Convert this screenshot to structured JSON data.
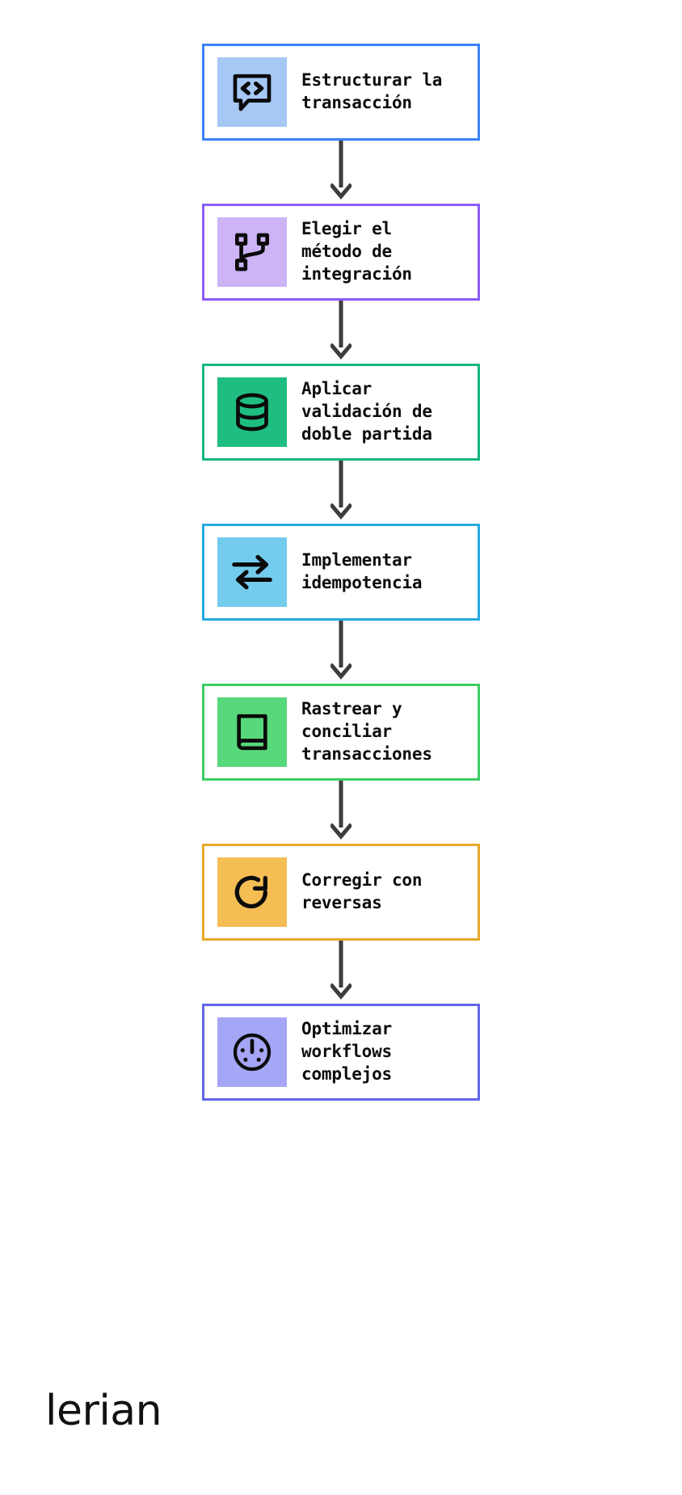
{
  "diagram": {
    "type": "vertical-flowchart",
    "orientation": "top-to-bottom",
    "background_color": "#ffffff",
    "connector_color": "#3d3d3d",
    "steps": [
      {
        "index": 1,
        "label": "Estructurar la\ntransacción",
        "icon": "code-chat-bubble-icon",
        "border_color": "#3B82F6",
        "tile_color": "#A6C8F5"
      },
      {
        "index": 2,
        "label": "Elegir el\nmétodo de\nintegración",
        "icon": "git-branch-icon",
        "border_color": "#8B5CF6",
        "tile_color": "#CDB4F7"
      },
      {
        "index": 3,
        "label": "Aplicar\nvalidación de\ndoble partida",
        "icon": "database-icon",
        "border_color": "#14B87C",
        "tile_color": "#1FBE80"
      },
      {
        "index": 4,
        "label": "Implementar\nidempotencia",
        "icon": "bidirectional-arrows-icon",
        "border_color": "#27A9E1",
        "tile_color": "#74CCEC"
      },
      {
        "index": 5,
        "label": "Rastrear y\nconciliar\ntransacciones",
        "icon": "book-ledger-icon",
        "border_color": "#3DCC63",
        "tile_color": "#57D87B"
      },
      {
        "index": 6,
        "label": "Corregir con\nreversas",
        "icon": "rotate-undo-icon",
        "border_color": "#E8A92A",
        "tile_color": "#F4BE55"
      },
      {
        "index": 7,
        "label": "Optimizar\nworkflows\ncomplejos",
        "icon": "gauge-speedometer-icon",
        "border_color": "#6366E8",
        "tile_color": "#A5A6F5"
      }
    ]
  },
  "footer": {
    "logo_text": "lerian"
  }
}
